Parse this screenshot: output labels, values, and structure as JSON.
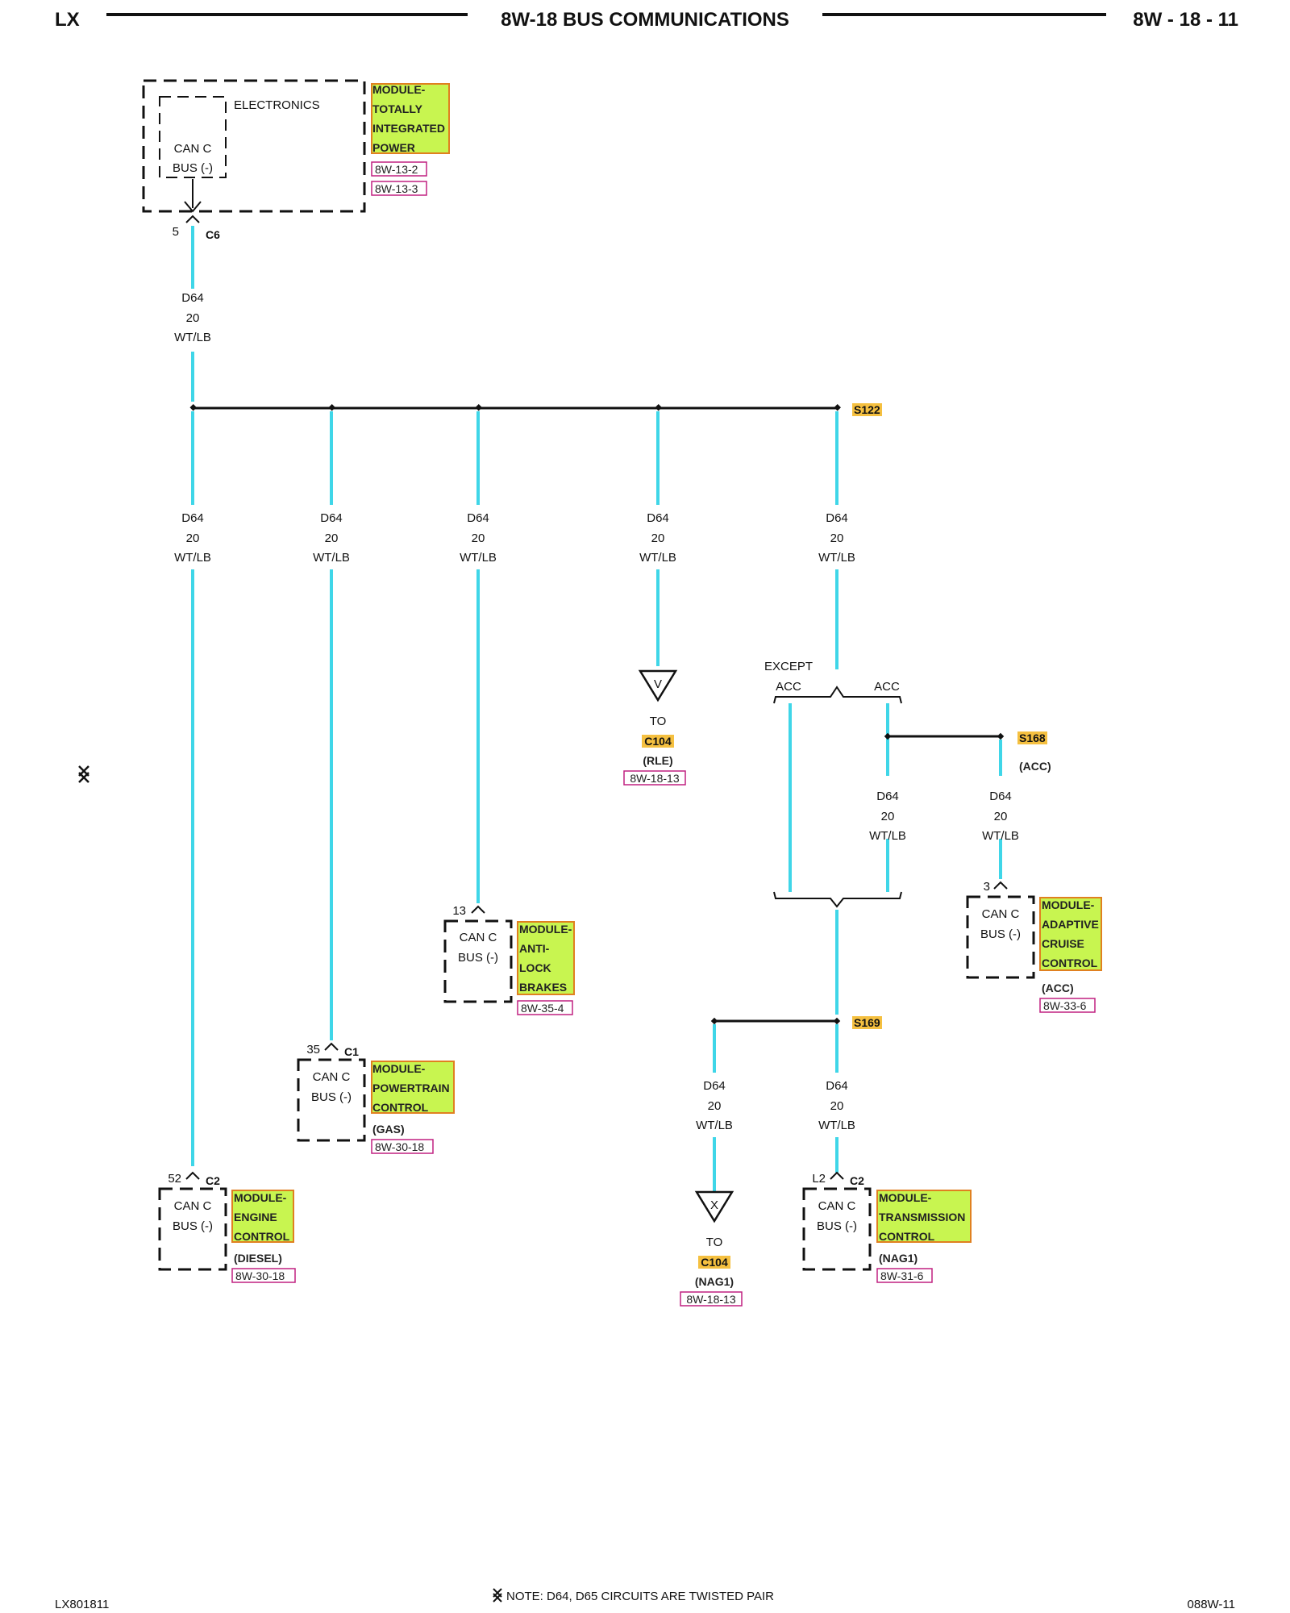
{
  "header": {
    "left": "LX",
    "title": "8W-18 BUS COMMUNICATIONS",
    "right": "8W - 18 - 11"
  },
  "footer": {
    "left": "LX801811",
    "note": "NOTE:  D64, D65    CIRCUITS ARE TWISTED PAIR",
    "right": "088W-11"
  },
  "wire": {
    "circuit": "D64",
    "gauge": "20",
    "color": "WT/LB"
  },
  "bus_label": {
    "line1": "CAN C",
    "line2": "BUS (-)"
  },
  "tipm": {
    "section": "ELECTRONICS",
    "name": [
      "MODULE-",
      "TOTALLY",
      "INTEGRATED",
      "POWER"
    ],
    "refs": [
      "8W-13-2",
      "8W-13-3"
    ],
    "pin": "5",
    "connector": "C6"
  },
  "splices": {
    "s122": "S122",
    "s168": "S168",
    "s169": "S169"
  },
  "ecm": {
    "name": [
      "MODULE-",
      "ENGINE",
      "CONTROL"
    ],
    "variant": "(DIESEL)",
    "ref": "8W-30-18",
    "pin": "52",
    "connector": "C2"
  },
  "pcm": {
    "name": [
      "MODULE-",
      "POWERTRAIN",
      "CONTROL"
    ],
    "variant": "(GAS)",
    "ref": "8W-30-18",
    "pin": "35",
    "connector": "C1"
  },
  "abs": {
    "name": [
      "MODULE-",
      "ANTI-",
      "LOCK",
      "BRAKES"
    ],
    "ref": "8W-35-4",
    "pin": "13"
  },
  "to_rle": {
    "to": "TO",
    "connector": "C104",
    "variant": "(RLE)",
    "ref": "8W-18-13",
    "symbol": "V"
  },
  "to_nag1": {
    "to": "TO",
    "connector": "C104",
    "variant": "(NAG1)",
    "ref": "8W-18-13",
    "symbol": "X"
  },
  "options": {
    "except": "EXCEPT",
    "acc_left": "ACC",
    "acc_right": "ACC",
    "s168_note": "(ACC)"
  },
  "acc": {
    "name": [
      "MODULE-",
      "ADAPTIVE",
      "CRUISE",
      "CONTROL"
    ],
    "variant": "(ACC)",
    "ref": "8W-33-6",
    "pin": "3"
  },
  "tcm": {
    "name": [
      "MODULE-",
      "TRANSMISSION",
      "CONTROL"
    ],
    "variant": "(NAG1)",
    "ref": "8W-31-6",
    "pin": "L2",
    "connector": "C2"
  }
}
